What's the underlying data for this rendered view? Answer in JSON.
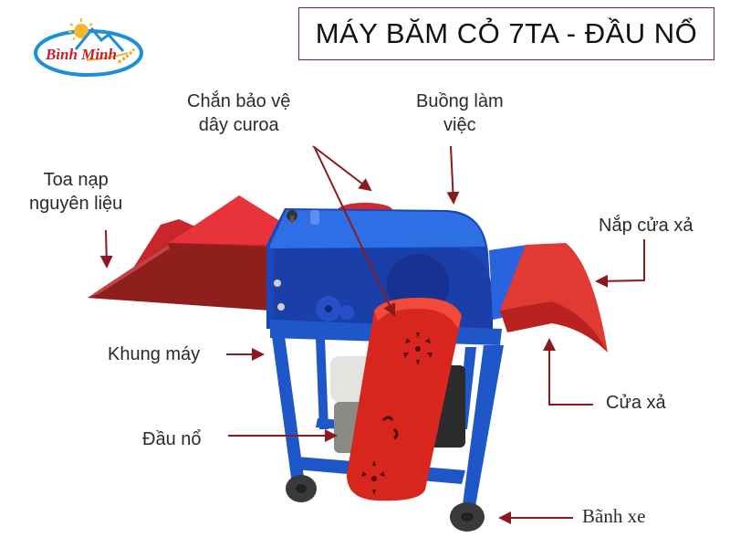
{
  "logo": {
    "brand_text": "Bình Minh",
    "icon": "sun-mountain-wheat-logo",
    "colors": {
      "ring": "#1e8fd6",
      "sun": "#f5b52e",
      "text": "#c8202a",
      "mountain": "#1e8fd6"
    }
  },
  "title": "MÁY BĂM CỎ 7TA - ĐẦU NỔ",
  "labels": {
    "feed_tray": {
      "line1": "Toa nạp",
      "line2": "nguyên liệu"
    },
    "belt_guard": {
      "line1": "Chắn bảo vệ",
      "line2": "dây curoa"
    },
    "work_chamber": {
      "line1": "Buồng làm",
      "line2": "việc"
    },
    "outlet_cover": "Nắp cửa xả",
    "frame": "Khung máy",
    "outlet": "Cửa xả",
    "engine": "Đầu nổ",
    "wheel": "Bãnh xe"
  },
  "colors": {
    "arrow": "#8b1a1f",
    "machine_blue": "#1a4fc4",
    "machine_blue_light": "#2f6fe6",
    "machine_red": "#e0262a",
    "machine_red_dark": "#a8201e",
    "engine_grey": "#d9d9d6",
    "wheel": "#3a3a3a"
  }
}
